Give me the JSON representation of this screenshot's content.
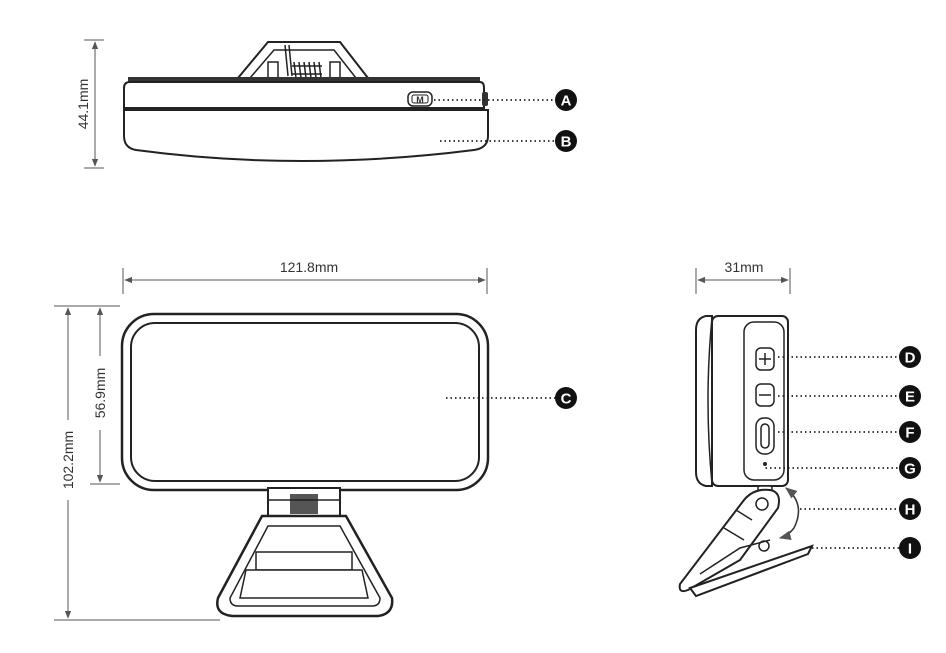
{
  "dimensions": {
    "top_height": "44.1mm",
    "front_width": "121.8mm",
    "front_total_height": "102.2mm",
    "front_panel_height": "56.9mm",
    "side_depth": "31mm"
  },
  "callouts": [
    "A",
    "B",
    "C",
    "D",
    "E",
    "F",
    "G",
    "H",
    "I"
  ],
  "mode_button_glyph": "M",
  "colors": {
    "line": "#222222",
    "callout_fill": "#111111",
    "dim_line": "#555555"
  }
}
